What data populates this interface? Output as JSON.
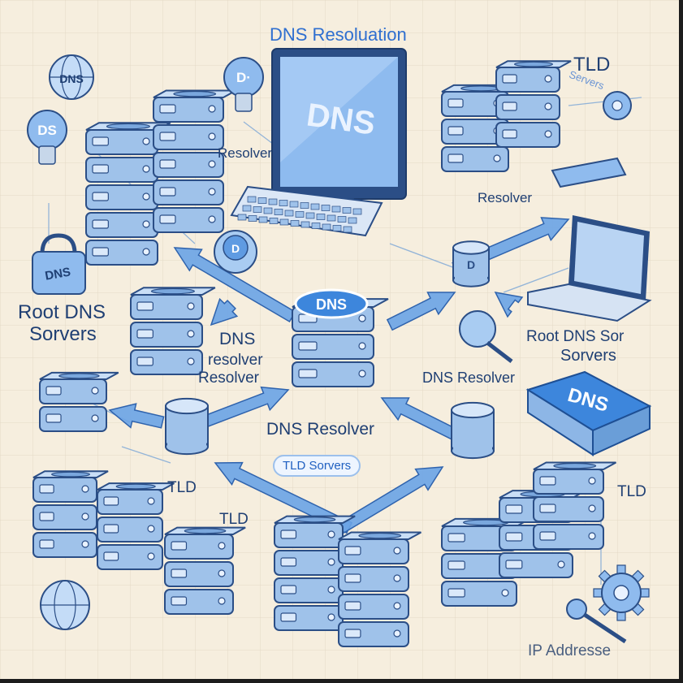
{
  "title": "DNS Resoluation",
  "labels": {
    "tld_top": "TLD",
    "tld_servers_top": "Servers",
    "resolver_a": "Resolver",
    "resolver_b": "Resolver",
    "root_dns_left_1": "Root DNS",
    "root_dns_left_2": "Sorvers",
    "dns_resolver_center_1": "DNS",
    "dns_resolver_center_2": "resolver",
    "dns_resolver_center_3": "Resolver",
    "root_dns_right_1": "Root DNS Sor",
    "root_dns_right_2": "Sorvers",
    "dns_resolver_right": "DNS Resolver",
    "dns_resolver_mid": "DNS Resolver",
    "tld_servers_pill": "TLD Sorvers",
    "tld_left": "TLD",
    "tld_left_2": "TLD",
    "tld_right": "TLD",
    "ip_address": "IP Addresse"
  },
  "badges": {
    "monitor": "DNS",
    "center_server": "DNS",
    "right_box": "DNS",
    "bulb_left": "DS",
    "bulb_top": "D·",
    "lock": "DNS",
    "globe": "DNS",
    "disc": "D",
    "small_db": "D"
  },
  "colors": {
    "background": "#f6eede",
    "server_blue": "#9fc2ea",
    "server_outline": "#2b4e86",
    "arrow_blue": "#6aa3e6",
    "text_dark": "#1f3f73"
  }
}
